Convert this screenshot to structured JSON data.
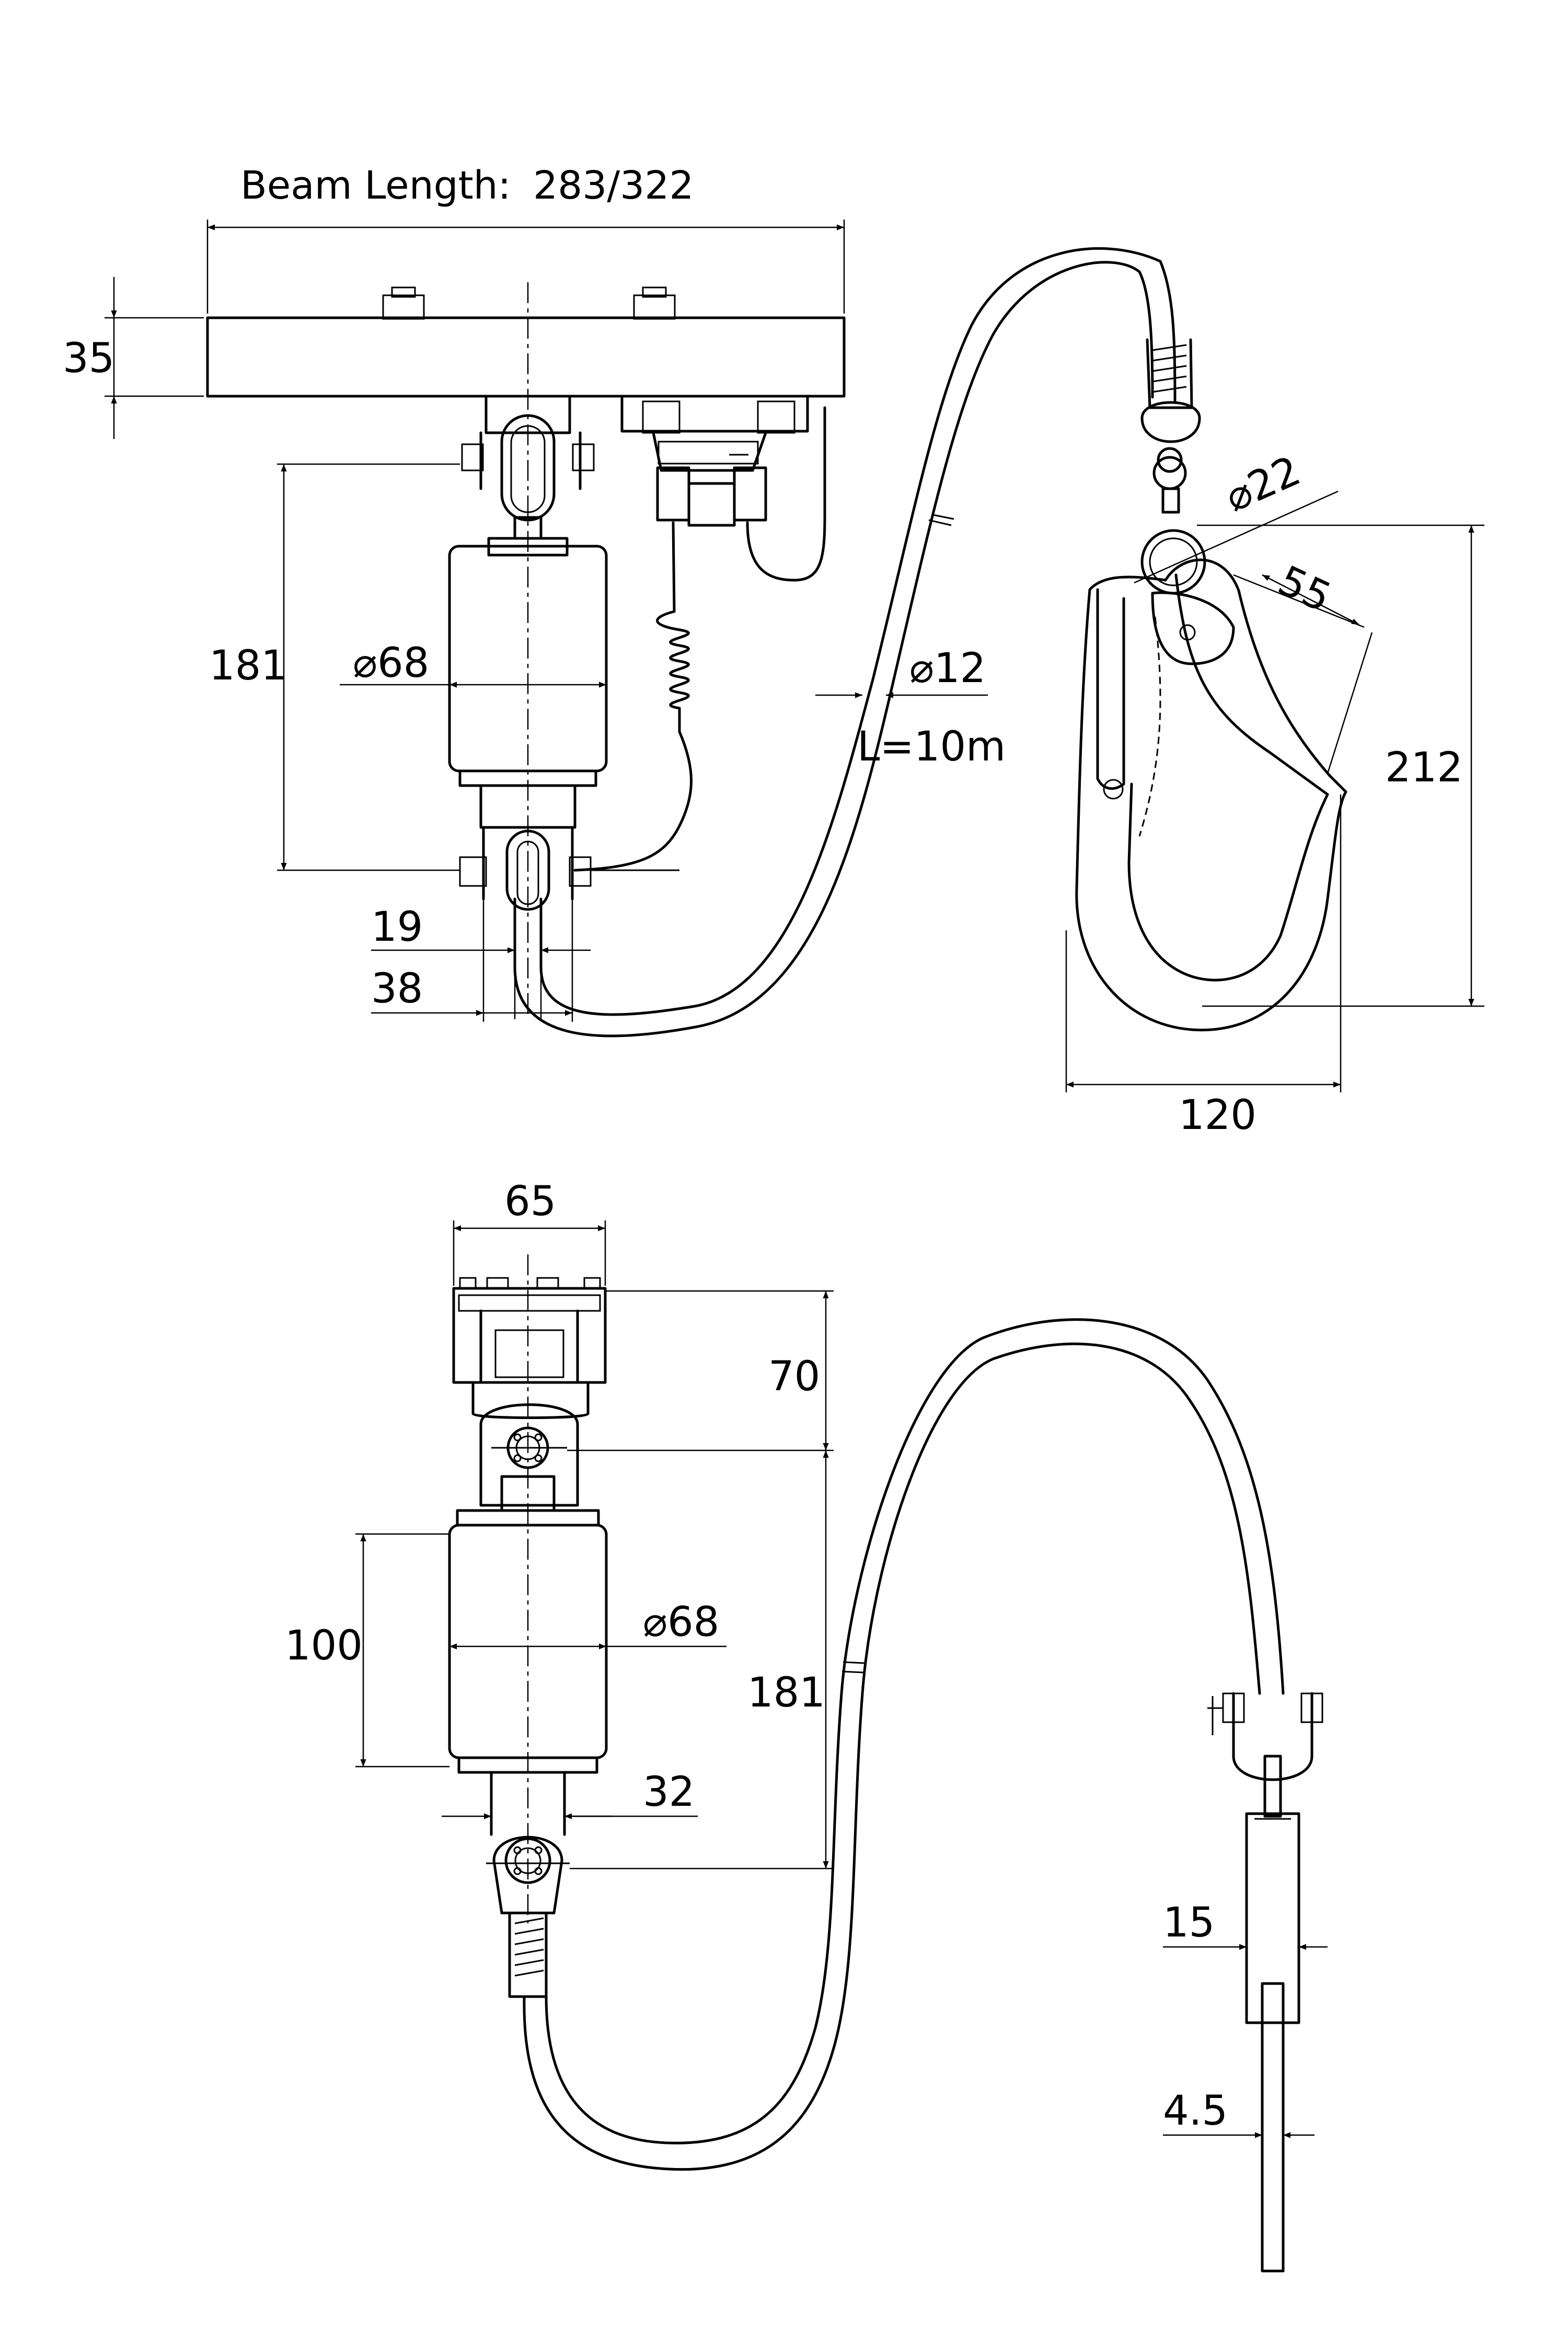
{
  "drawing": {
    "beam_length": {
      "label": "Beam Length:",
      "value": "283/322"
    },
    "top_view": {
      "beam_height": "35",
      "body_height": "181",
      "body_diameter": "⌀68",
      "swivel_inner_width": "19",
      "swivel_outer_width": "38",
      "lanyard_diameter": "⌀12",
      "lanyard_length": "L=10m"
    },
    "hook": {
      "eye_diameter": "⌀22",
      "gate_opening": "55",
      "hook_height": "212",
      "hook_width": "120"
    },
    "bottom_view": {
      "trolley_width": "65",
      "trolley_height": "70",
      "body_length": "100",
      "body_diameter": "⌀68",
      "overall_height": "181",
      "eye_width": "32",
      "plate_width": "15",
      "plate_thickness": "4.5"
    }
  }
}
